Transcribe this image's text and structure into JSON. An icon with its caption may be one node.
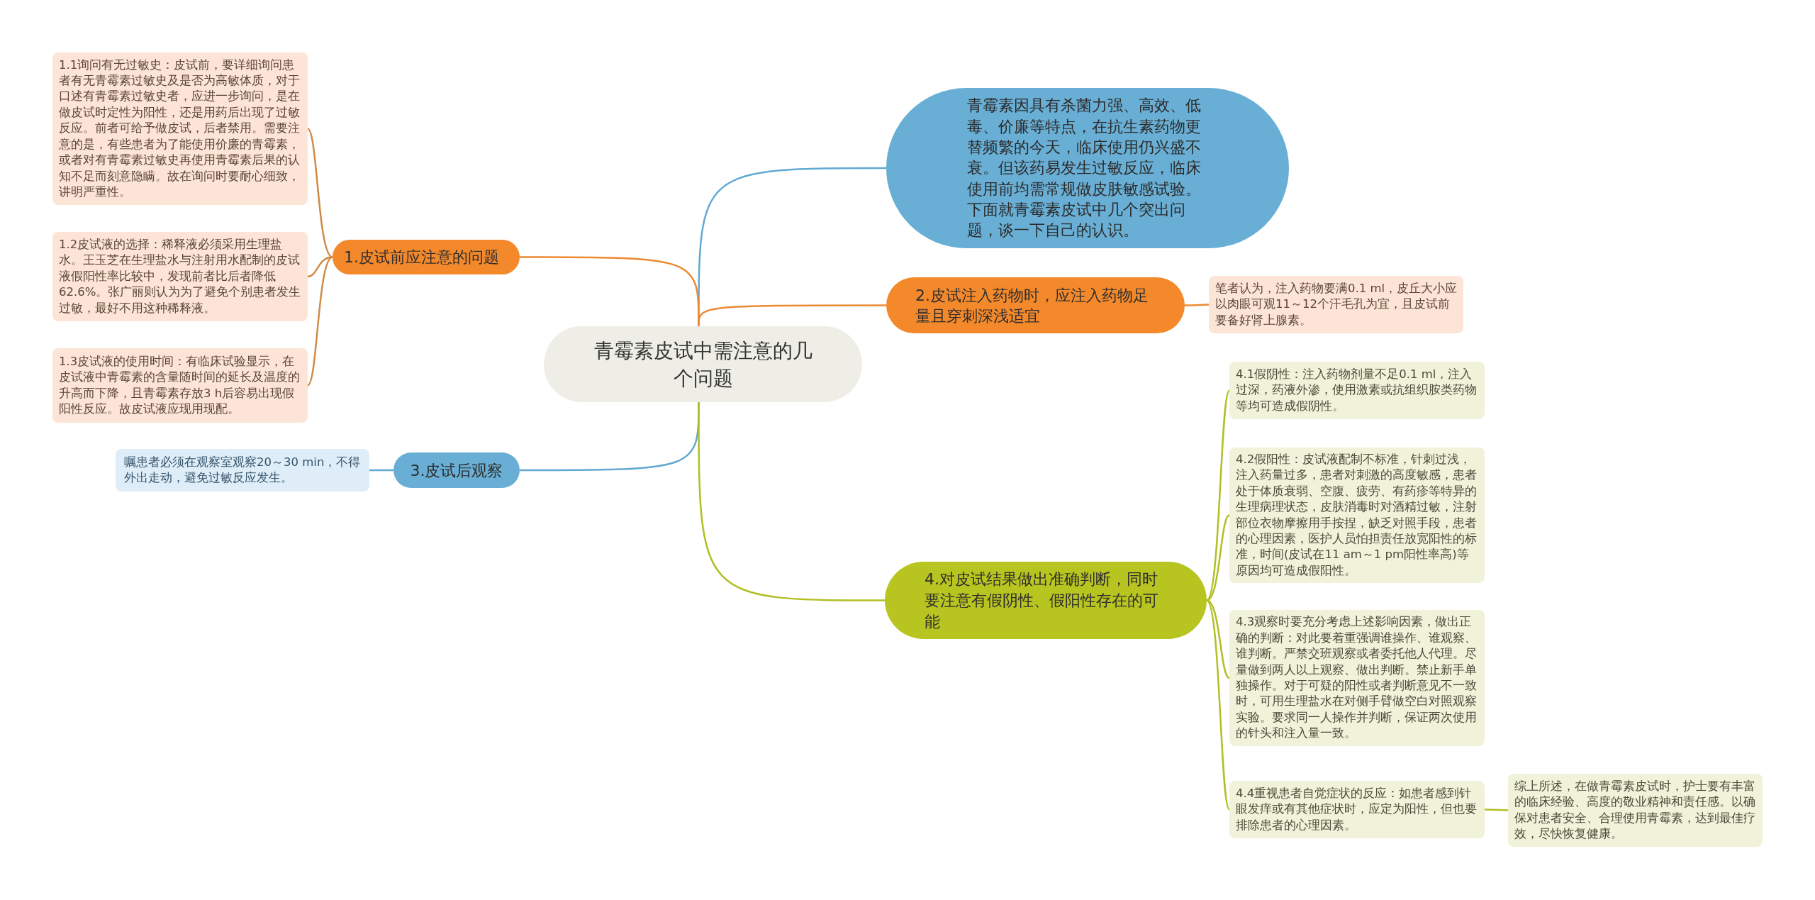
{
  "diagram": {
    "nodes": [
      {
        "text": [
          "青霉素皮试中需注意的几个问题"
        ]
      },
      {
        "text": [
          "青霉素因具有杀菌力强、高效、低毒、价廉等特点，在抗生素药物更替频繁的今天，临床使用仍兴盛不衰。但该药易发生过敏反应，临床使用前均需常规做皮肤敏感试验。下面就青霉素皮试中几个突出问题，谈一下自己的认识。"
        ]
      },
      {
        "text": [
          "1.皮试前应注意的问题"
        ]
      },
      {
        "text": [
          "1.1询问有无过敏史：皮试前，要详细询问患者有无青霉素过敏史及是否为高敏体质，对于口述有青霉素过敏史者，应进一步询问，是在做皮试时定性为阳性，还是用药后出现了过敏反应。前者可给予做皮试，后者禁用。需要注意的是，有些患者为了能使用价廉的青霉素，或者对有青霉素过敏史再使用青霉素后果的认知不足而刻意隐瞒。故在询问时要耐心细致，讲明严重性。"
        ]
      },
      {
        "text": [
          "1.2皮试液的选择：稀释液必须采用生理盐水。王玉芝在生理盐水与注射用水配制的皮试液假阳性率比较中，发现前者比后者降低62.6%。张广丽则认为为了避免个别患者发生过敏，最好不用这种稀释液。"
        ]
      },
      {
        "text": [
          "1.3皮试液的使用时间：有临床试验显示，在皮试液中青霉素的含量随时间的延长及温度的升高而下降，且青霉素存放3 h后容易出现假阳性反应。故皮试液应现用现配。"
        ]
      },
      {
        "text": [
          "2.皮试注入药物时，应注入药物足量且穿刺深浅适宜"
        ]
      },
      {
        "text": [
          "笔者认为，注入药物要满0.1 ml，皮丘大小应以肉眼可观11～12个汗毛孔为宜，且皮试前要备好肾上腺素。"
        ]
      },
      {
        "text": [
          "3.皮试后观察"
        ]
      },
      {
        "text": [
          "嘱患者必须在观察室观察20～30 min，不得外出走动，避免过敏反应发生。"
        ]
      },
      {
        "text": [
          "4.对皮试结果做出准确判断，同时要注意有假阴性、假阳性存在的可能"
        ]
      },
      {
        "text": [
          "4.1假阴性：注入药物剂量不足0.1 ml，注入过深，药液外渗，使用激素或抗组织胺类药物等均可造成假阴性。"
        ]
      },
      {
        "text": [
          "4.2假阳性：皮试液配制不标准，针刺过浅，注入药量过多，患者对刺激的高度敏感，患者处于体质衰弱、空腹、疲劳、有药疹等特异的生理病理状态，皮肤消毒时对酒精过敏，注射部位衣物摩擦用手按捏，缺乏对照手段，患者的心理因素，医护人员怕担责任放宽阳性的标准，时间(皮试在11 am～1 pm阳性率高)等原因均可造成假阳性。"
        ]
      },
      {
        "text": [
          "4.3观察时要充分考虑上述影响因素，做出正确的判断：对此要着重强调谁操作、谁观察、谁判断。严禁交班观察或者委托他人代理。尽量做到两人以上观察、做出判断。禁止新手单独操作。对于可疑的阳性或者判断意见不一致时，可用生理盐水在对侧手臂做空白对照观察实验。要求同一人操作并判断，保证两次使用的针头和注入量一致。"
        ]
      },
      {
        "text": [
          "4.4重视患者自觉症状的反应：如患者感到针眼发痒或有其他症状时，应定为阳性，但也要排除患者的心理因素。"
        ]
      },
      {
        "text": [
          "综上所述，在做青霉素皮试时，护士要有丰富的临床经验、高度的敬业精神和责任感。以确保对患者安全、合理使用青霉素，达到最佳疗效，尽快恢复健康。"
        ]
      }
    ],
    "edges": [
      {
        "from": 0,
        "to": 1,
        "arrow": "none",
        "color": "#62a9d1"
      },
      {
        "from": 0,
        "to": 2,
        "arrow": "none",
        "color": "#ec8a32"
      },
      {
        "from": 2,
        "to": 3,
        "arrow": "none",
        "color": "#d08a45"
      },
      {
        "from": 2,
        "to": 4,
        "arrow": "none",
        "color": "#d08a45"
      },
      {
        "from": 2,
        "to": 5,
        "arrow": "none",
        "color": "#d08a45"
      },
      {
        "from": 0,
        "to": 6,
        "arrow": "none",
        "color": "#ec8a32"
      },
      {
        "from": 6,
        "to": 7,
        "arrow": "none",
        "color": "#ec8a32"
      },
      {
        "from": 0,
        "to": 8,
        "arrow": "none",
        "color": "#62a9d1"
      },
      {
        "from": 8,
        "to": 9,
        "arrow": "none",
        "color": "#62a9d1"
      },
      {
        "from": 0,
        "to": 10,
        "arrow": "none",
        "color": "#b1bf22"
      },
      {
        "from": 10,
        "to": 11,
        "arrow": "none",
        "color": "#b1bf22"
      },
      {
        "from": 10,
        "to": 12,
        "arrow": "none",
        "color": "#b1bf22"
      },
      {
        "from": 10,
        "to": 13,
        "arrow": "none",
        "color": "#b1bf22"
      },
      {
        "from": 10,
        "to": 14,
        "arrow": "none",
        "color": "#b1bf22"
      },
      {
        "from": 14,
        "to": 15,
        "arrow": "none",
        "color": "#b1bf22"
      }
    ]
  }
}
